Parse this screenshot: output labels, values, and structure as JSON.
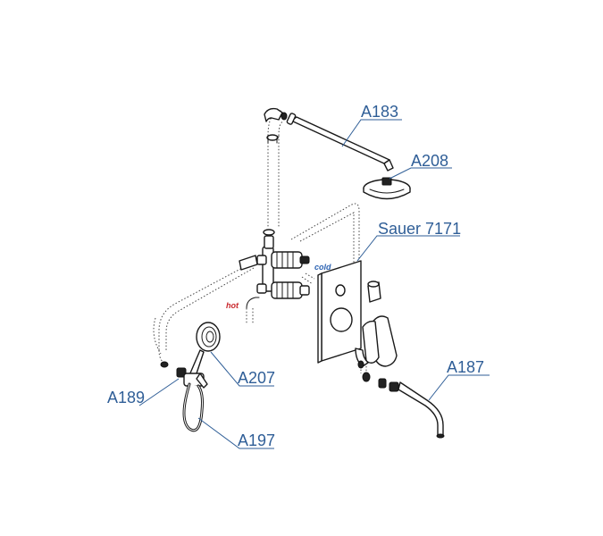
{
  "labels": {
    "a183": "A183",
    "a208": "A208",
    "sauer": "Sauer 7171",
    "cold": "cold",
    "hot": "hot",
    "a207": "A207",
    "a189": "A189",
    "a197": "A197",
    "a187": "A187"
  },
  "colors": {
    "callout": "#2f5e97",
    "cold": "#2d64b3",
    "hot": "#c8262b"
  }
}
